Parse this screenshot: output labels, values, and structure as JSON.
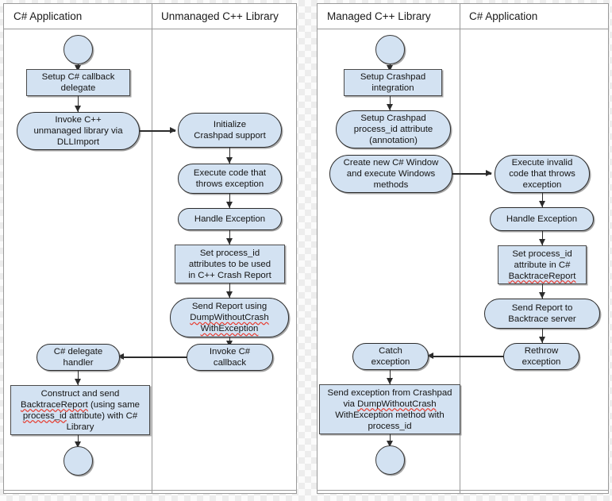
{
  "diagrams": [
    {
      "id": "left-diagram",
      "lanes": [
        {
          "label": "C# Application"
        },
        {
          "label": "Unmanaged C++ Library"
        }
      ],
      "nodes": [
        {
          "id": "l-start",
          "shape": "circle",
          "text": "",
          "lane": 0
        },
        {
          "id": "l-setup",
          "shape": "rect",
          "text": "Setup C# callback\ndelegate",
          "lane": 0
        },
        {
          "id": "l-invoke",
          "shape": "rounded",
          "text": "Invoke C++\nunmanaged library via\nDLLImport",
          "lane": 0
        },
        {
          "id": "l-init",
          "shape": "rounded",
          "text": "Initialize\nCrashpad support",
          "lane": 1
        },
        {
          "id": "l-exec",
          "shape": "rounded",
          "text": "Execute code that\nthrows exception",
          "lane": 1
        },
        {
          "id": "l-handle",
          "shape": "rounded",
          "text": "Handle Exception",
          "lane": 1
        },
        {
          "id": "l-setattrs",
          "shape": "rect",
          "text": "Set process_id\nattributes to be used\nin C++ Crash Report",
          "lane": 1
        },
        {
          "id": "l-sendreport",
          "shape": "rounded",
          "text": "Send Report using\nDumpWithoutCrash\nWithException",
          "lane": 1
        },
        {
          "id": "l-invokecb",
          "shape": "rounded",
          "text": "Invoke C#\ncallback",
          "lane": 1
        },
        {
          "id": "l-delegate",
          "shape": "rounded",
          "text": "C# delegate\nhandler",
          "lane": 0
        },
        {
          "id": "l-construct",
          "shape": "rect",
          "text": "Construct and send\nBacktraceReport (using same\nprocess_id attribute) with C#\nLibrary",
          "lane": 0
        },
        {
          "id": "l-end",
          "shape": "circle",
          "text": "",
          "lane": 0
        }
      ]
    },
    {
      "id": "right-diagram",
      "lanes": [
        {
          "label": "Managed C++ Library"
        },
        {
          "label": "C# Application"
        }
      ],
      "nodes": [
        {
          "id": "r-start",
          "shape": "circle",
          "text": "",
          "lane": 0
        },
        {
          "id": "r-setupcp",
          "shape": "rect",
          "text": "Setup Crashpad\nintegration",
          "lane": 0
        },
        {
          "id": "r-setupattr",
          "shape": "rounded",
          "text": "Setup Crashpad\nprocess_id attribute\n(annotation)",
          "lane": 0
        },
        {
          "id": "r-createwin",
          "shape": "rounded",
          "text": "Create new C# Window\nand execute Windows\nmethods",
          "lane": 0
        },
        {
          "id": "r-execinvalid",
          "shape": "rounded",
          "text": "Execute invalid\ncode that throws\nexception",
          "lane": 1
        },
        {
          "id": "r-handle",
          "shape": "rounded",
          "text": "Handle Exception",
          "lane": 1
        },
        {
          "id": "r-setattr",
          "shape": "rect",
          "text": "Set process_id\nattribute in C#\nBacktraceReport",
          "lane": 1
        },
        {
          "id": "r-sendreport",
          "shape": "rounded",
          "text": "Send Report to\nBacktrace server",
          "lane": 1
        },
        {
          "id": "r-rethrow",
          "shape": "rounded",
          "text": "Rethrow\nexception",
          "lane": 1
        },
        {
          "id": "r-catch",
          "shape": "rounded",
          "text": "Catch\nexception",
          "lane": 0
        },
        {
          "id": "r-sendexc",
          "shape": "rect",
          "text": "Send exception from Crashpad\nvia DumpWithoutCrash\nWithException method with\nprocess_id",
          "lane": 0
        },
        {
          "id": "r-end",
          "shape": "circle",
          "text": "",
          "lane": 0
        }
      ]
    }
  ],
  "colors": {
    "node_fill": "#d3e2f2",
    "node_stroke": "#2b2b2b",
    "rect_stroke": "#4a4a4a",
    "panel_border": "#9a9a9a",
    "spellcheck_underline": "#e8392c",
    "canvas": "#ffffff"
  }
}
